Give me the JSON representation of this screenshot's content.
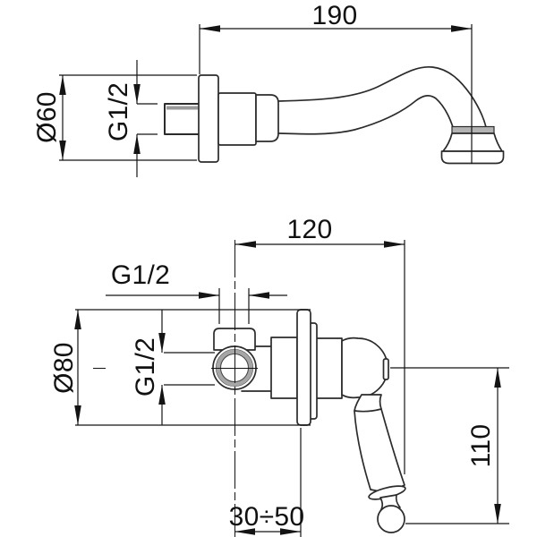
{
  "drawing": {
    "type": "technical-dimension-drawing",
    "background": "#ffffff",
    "line_color": "#2b2b2b",
    "dim_color": "#141414",
    "thread_gray": "#9a9a9a",
    "views": {
      "spout": {
        "dims": {
          "length": "190",
          "diameter": "Ø60",
          "thread": "G1/2"
        }
      },
      "mixer": {
        "dims": {
          "width": "120",
          "top_thread": "G1/2",
          "diameter": "Ø80",
          "side_thread": "G1/2",
          "height": "110",
          "depth_range": "30÷50"
        }
      }
    }
  }
}
